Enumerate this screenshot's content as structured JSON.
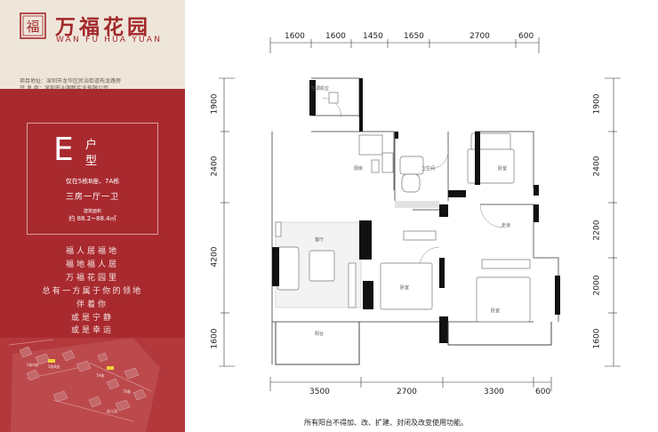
{
  "brand": {
    "name_cn": "万福花园",
    "name_en": "WAN FU HUA YUAN",
    "seal_glyph": "福",
    "colors": {
      "red": "#a82a2f",
      "cream": "#efe6da"
    }
  },
  "info": {
    "address": "项目地址：深圳市龙华区民治街道布龙路旁",
    "developer": "开 发 商：深圳市汕源新实业有限公司"
  },
  "unit": {
    "letter": "E",
    "word_top": "户",
    "word_bottom": "型",
    "buildings": "仅在5栋B座、7A栋",
    "layout": "三房一厅一卫",
    "area_label": "建筑面积",
    "area": "约 88.2~88.4㎡"
  },
  "poem": [
    "福人居福地",
    "福地福人居",
    "万福花园里",
    "总有一方属于你的领地",
    "伴着你",
    "或是宁静",
    "或是幸运"
  ],
  "site_map": {
    "labels": [
      "5栋A座",
      "5栋B座",
      "7A栋",
      "7B栋",
      "幼儿园"
    ]
  },
  "dimensions": {
    "top": [
      "1600",
      "1600",
      "1450",
      "1650",
      "2700",
      "600"
    ],
    "bottom": [
      "3500",
      "2700",
      "3300",
      "600"
    ],
    "left": [
      "1900",
      "2400",
      "4200",
      "1600"
    ],
    "right": [
      "1900",
      "2400",
      "2200",
      "2000",
      "1600"
    ]
  },
  "rooms": {
    "hvac": "空调机位",
    "kitchen": "厨房",
    "bathroom": "卫生间",
    "bedroom_top": "卧室",
    "corridor": "走道",
    "living": "客厅",
    "bedroom_master": "卧室",
    "bedroom_right": "卧室",
    "balcony": "阳台"
  },
  "notice": "所有阳台不得加、改、扩建、封闭及改变使用功能。"
}
